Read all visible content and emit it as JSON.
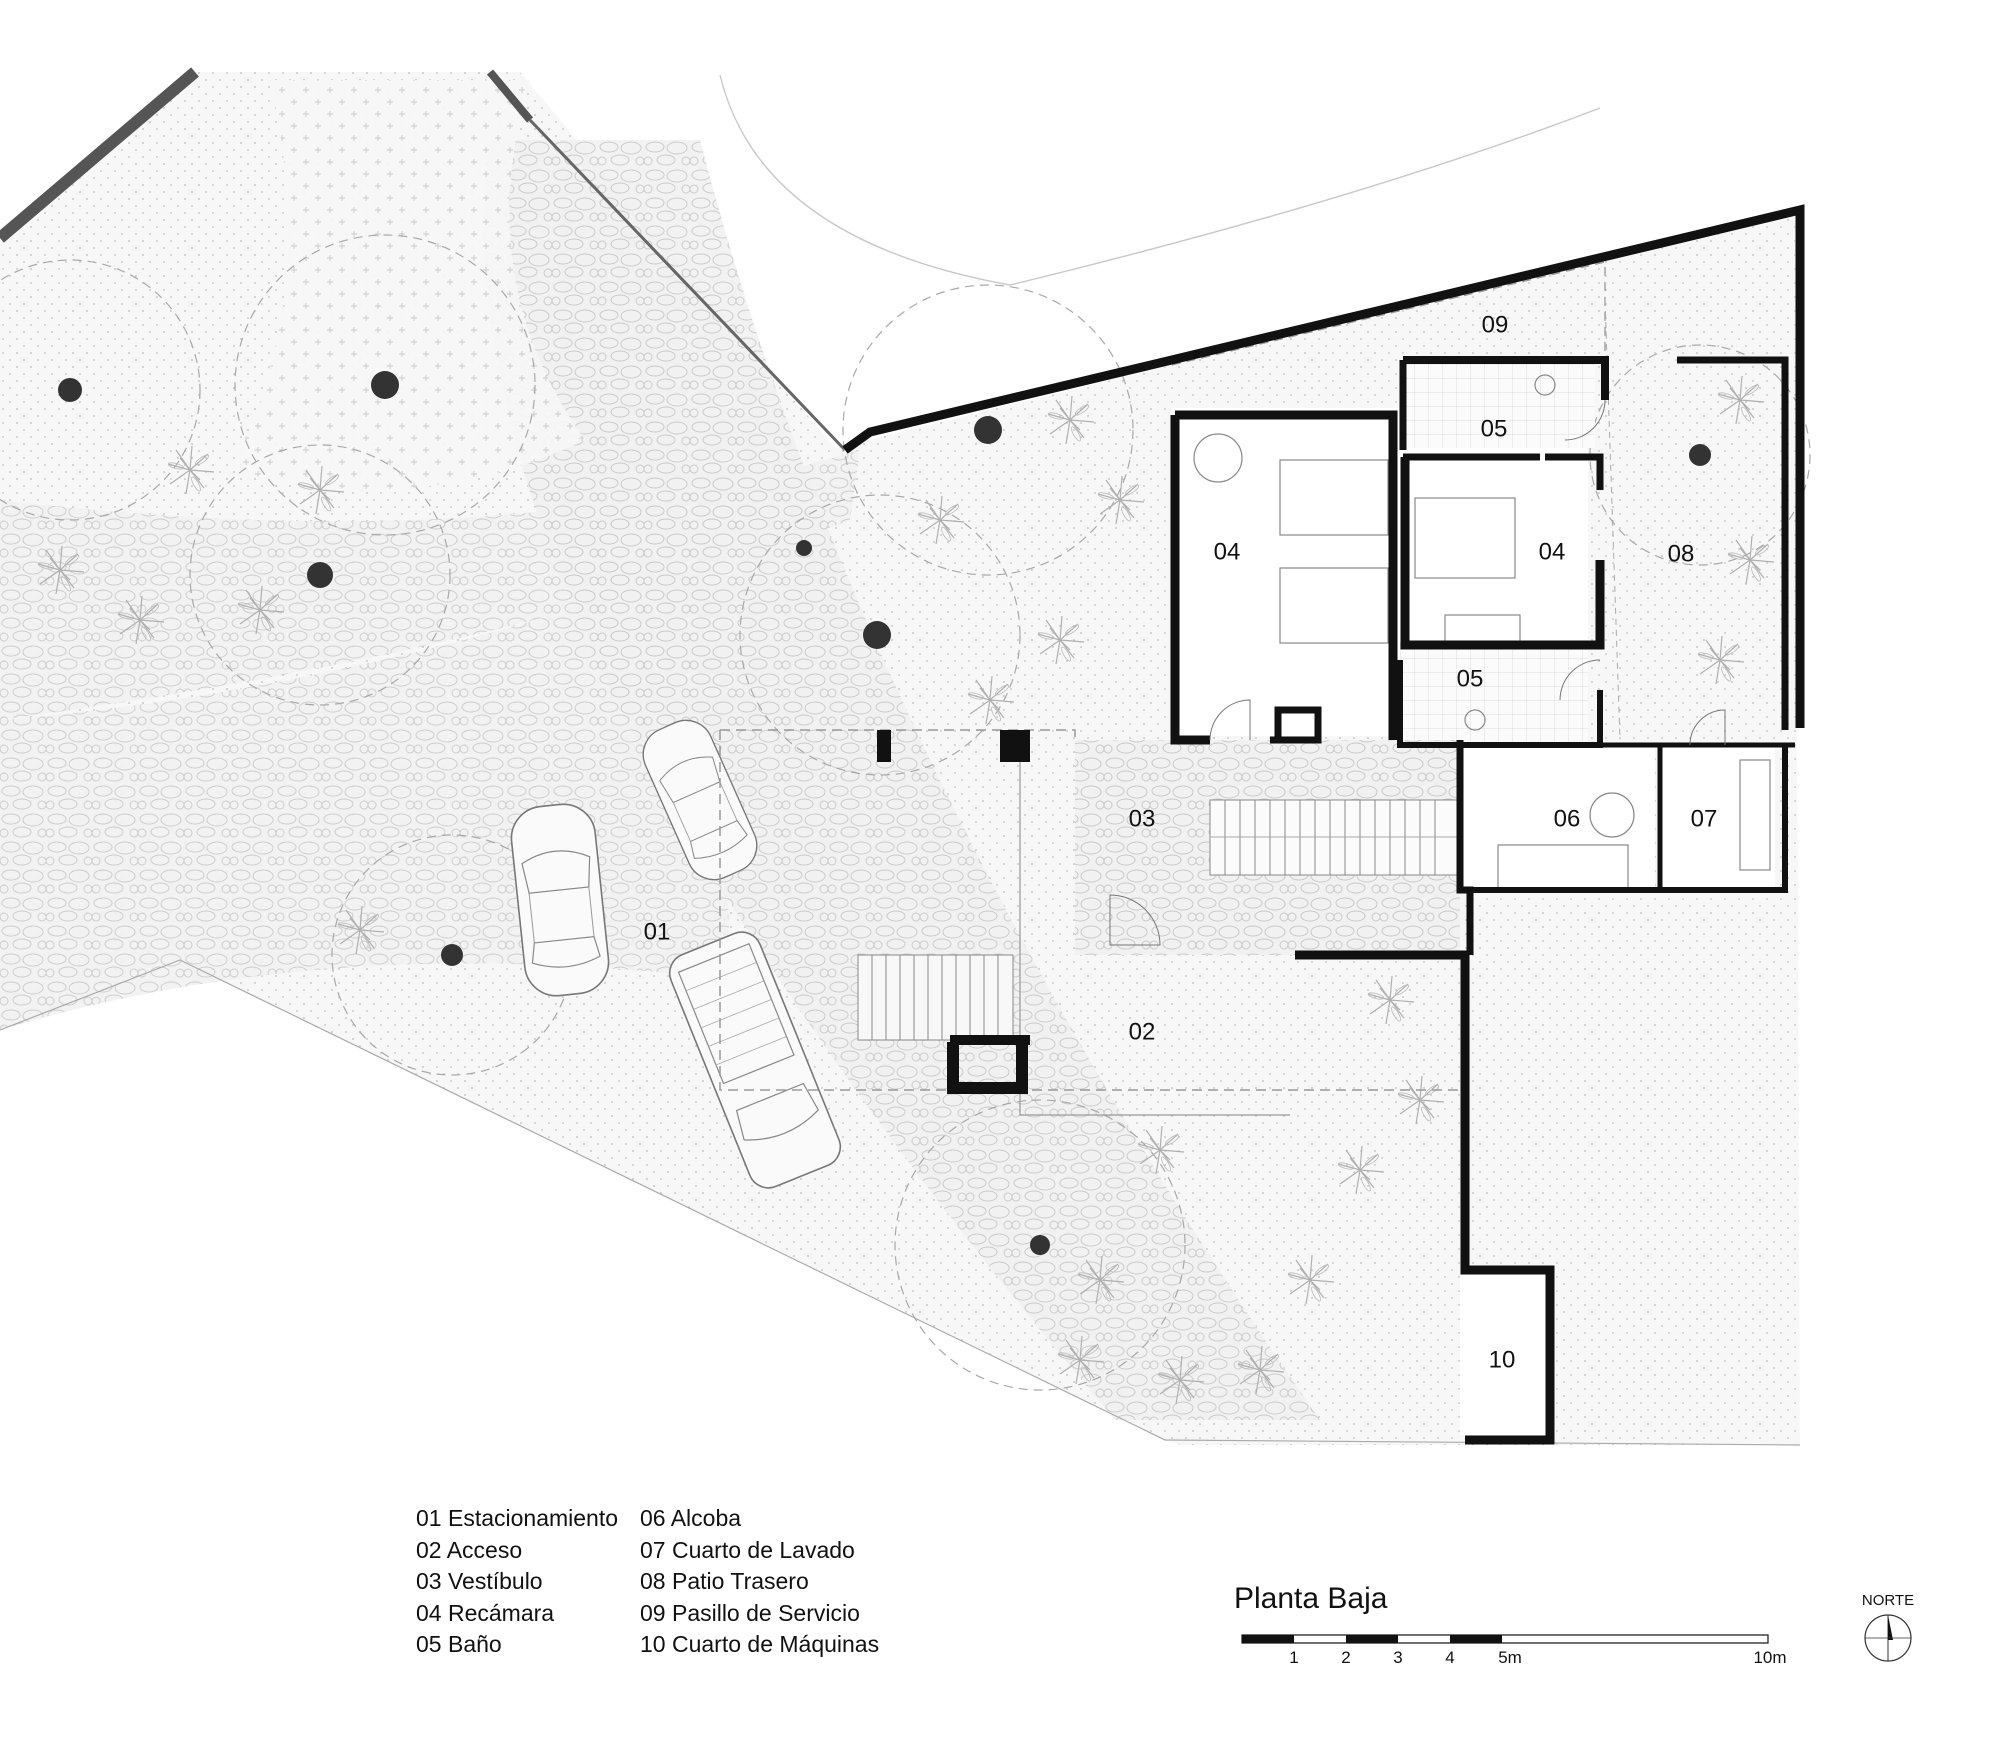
{
  "rooms": {
    "r01": "01",
    "r02": "02",
    "r03": "03",
    "r04a": "04",
    "r04b": "04",
    "r05a": "05",
    "r05b": "05",
    "r06": "06",
    "r07": "07",
    "r08": "08",
    "r09": "09",
    "r10": "10"
  },
  "legend": {
    "col1": [
      "01 Estacionamiento",
      "02 Acceso",
      "03 Vestíbulo",
      "04 Recámara",
      "05 Baño"
    ],
    "col2": [
      "06 Alcoba",
      "07 Cuarto de Lavado",
      "08 Patio Trasero",
      "09 Pasillo de Servicio",
      "10 Cuarto de Máquinas"
    ]
  },
  "title": "Planta Baja",
  "scale": {
    "ticks": [
      "1",
      "2",
      "3",
      "4",
      "5m",
      "10m"
    ]
  },
  "north": {
    "label": "NORTE"
  },
  "colors": {
    "wall": "#111111",
    "paving": "#eeeeee",
    "garden": "#f4f4f4",
    "lines": "#b5b5b5"
  }
}
